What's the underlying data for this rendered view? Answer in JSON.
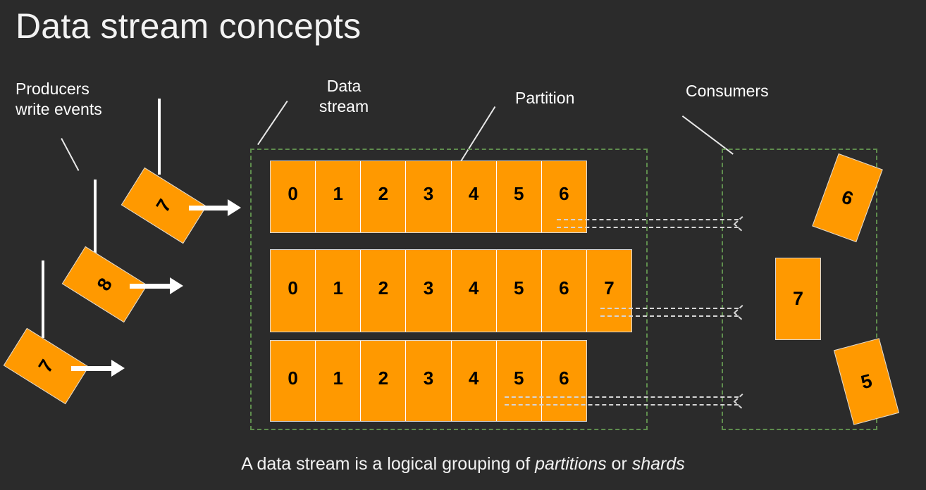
{
  "slide": {
    "title": "Data stream concepts",
    "background_color": "#2b2b2b",
    "accent_color": "#ff9900",
    "group_border_color": "#5f8d4e",
    "text_color": "#ffffff"
  },
  "labels": {
    "producers": "Producers\nwrite events",
    "data_stream": "Data\nstream",
    "partition": "Partition",
    "consumers": "Consumers"
  },
  "producers": [
    {
      "value": "7"
    },
    {
      "value": "8"
    },
    {
      "value": "7"
    }
  ],
  "consumers": [
    {
      "value": "6"
    },
    {
      "value": "7"
    },
    {
      "value": "5"
    }
  ],
  "stream": {
    "rows": [
      {
        "cells": [
          "0",
          "1",
          "2",
          "3",
          "4",
          "5",
          "6"
        ]
      },
      {
        "cells": [
          "0",
          "1",
          "2",
          "3",
          "4",
          "5",
          "6",
          "7"
        ]
      },
      {
        "cells": [
          "0",
          "1",
          "2",
          "3",
          "4",
          "5",
          "6"
        ]
      }
    ]
  },
  "caption": {
    "prefix": "A data stream is a logical grouping of ",
    "emphasis_1": "partitions",
    "middle": " or ",
    "emphasis_2": "shards"
  }
}
